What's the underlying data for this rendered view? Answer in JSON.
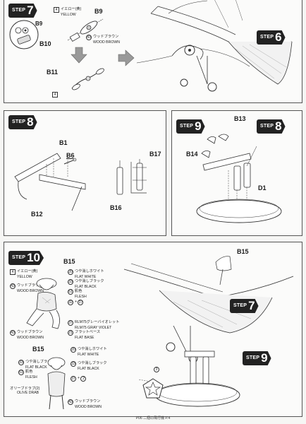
{
  "step_word": "STEP",
  "step7": {
    "num": "7",
    "b9": "B9",
    "b10": "B10",
    "b11": "B11",
    "color1_code": "4",
    "color1_jp": "イエロー(黄)",
    "color1_en": "YELLOW",
    "color2_code": "43",
    "color2_jp": "ウッドブラウン",
    "color2_en": "WOOD BROWN",
    "small_code": "4",
    "ref_step": "6"
  },
  "step8": {
    "num": "8",
    "b1": "B1",
    "b6": "B6",
    "b17": "B17",
    "b12": "B12",
    "b16": "B16"
  },
  "step9": {
    "num": "9",
    "ref_step": "8",
    "b13": "B13",
    "b14": "B14",
    "d1": "D1"
  },
  "step10": {
    "num": "10",
    "b15_top": "B15",
    "b15_mid": "B15",
    "b15_plane": "B15",
    "ref7": "7",
    "ref9": "9",
    "figure1": [
      {
        "code": "4",
        "jp": "イエロー(黄)",
        "en": "YELLOW"
      },
      {
        "code": "43",
        "jp": "ウッドブラウン",
        "en": "WOOD BROWN"
      }
    ],
    "figure1_right": [
      {
        "code": "20",
        "jp": "つや消しホワイト",
        "en": "FLAT WHITE"
      },
      {
        "code": "33",
        "jp": "つや消しブラック",
        "en": "FLAT BLACK"
      },
      {
        "code": "51",
        "jp": "肌色",
        "en": "FLESH"
      }
    ],
    "figure1_mix_a": "32",
    "figure1_mix_b": "27",
    "rlm": {
      "code": "37",
      "jp": "RLM75グレーバイオレット",
      "en": "RLM75 GRAY VIOLET"
    },
    "flatbase": {
      "code": "21",
      "jp": "フラットベース",
      "en": "FLAT BASE"
    },
    "figure1_bottom": {
      "code": "43",
      "jp": "ウッドブラウン",
      "en": "WOOD BROWN"
    },
    "figure2_left": [
      {
        "code": "33",
        "jp": "つや消しブラック",
        "en": "FLAT BLACK"
      },
      {
        "code": "51",
        "jp": "肌色",
        "en": "FLESH"
      }
    ],
    "figure2_right": [
      {
        "code": "20",
        "jp": "つや消しホワイト",
        "en": "FLAT WHITE"
      },
      {
        "code": "33",
        "jp": "つや消しブラック",
        "en": "FLAT BLACK"
      }
    ],
    "olive": {
      "jp": "オリーブドラブ(2)",
      "en": "OLIVE DRAB"
    },
    "figure2_bottom": {
      "code": "43",
      "jp": "ウッドブラウン",
      "en": "WOOD BROWN"
    },
    "mix_a": "37",
    "mix_b": "2",
    "circle3": "3"
  },
  "footer": "P06 二翅の飛行機 P.4"
}
